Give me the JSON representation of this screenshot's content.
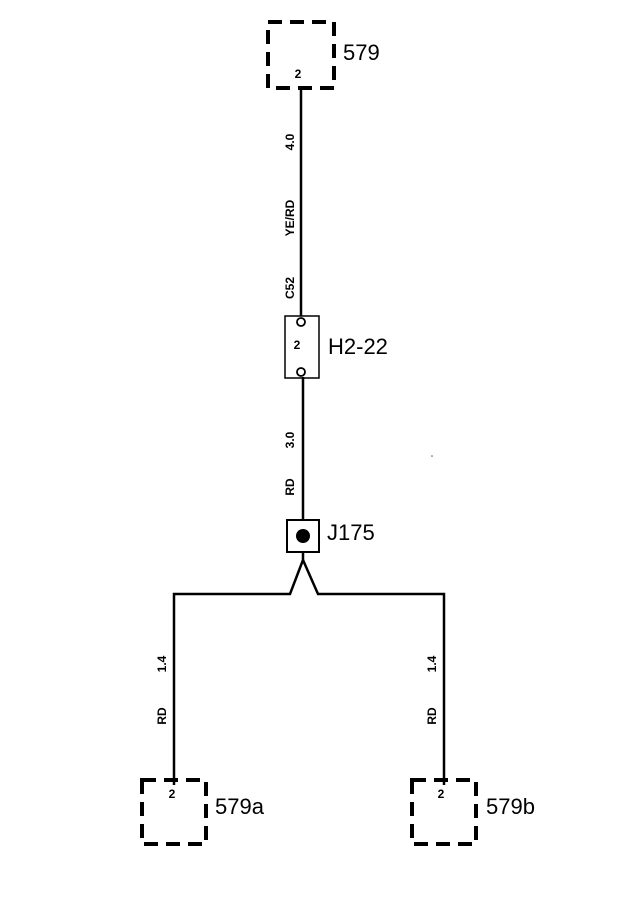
{
  "connectors": {
    "top": {
      "id": "579",
      "pin": "2"
    },
    "bottom_left": {
      "id": "579a",
      "pin": "2"
    },
    "bottom_right": {
      "id": "579b",
      "pin": "2"
    }
  },
  "fuse": {
    "id": "H2-22",
    "pin": "2"
  },
  "junction": {
    "id": "J175"
  },
  "wires": {
    "top": {
      "gauge": "4.0",
      "color": "YE/RD",
      "circuit": "C52"
    },
    "middle": {
      "gauge": "3.0",
      "color": "RD"
    },
    "left": {
      "gauge": "1.4",
      "color": "RD"
    },
    "right": {
      "gauge": "1.4",
      "color": "RD"
    }
  }
}
